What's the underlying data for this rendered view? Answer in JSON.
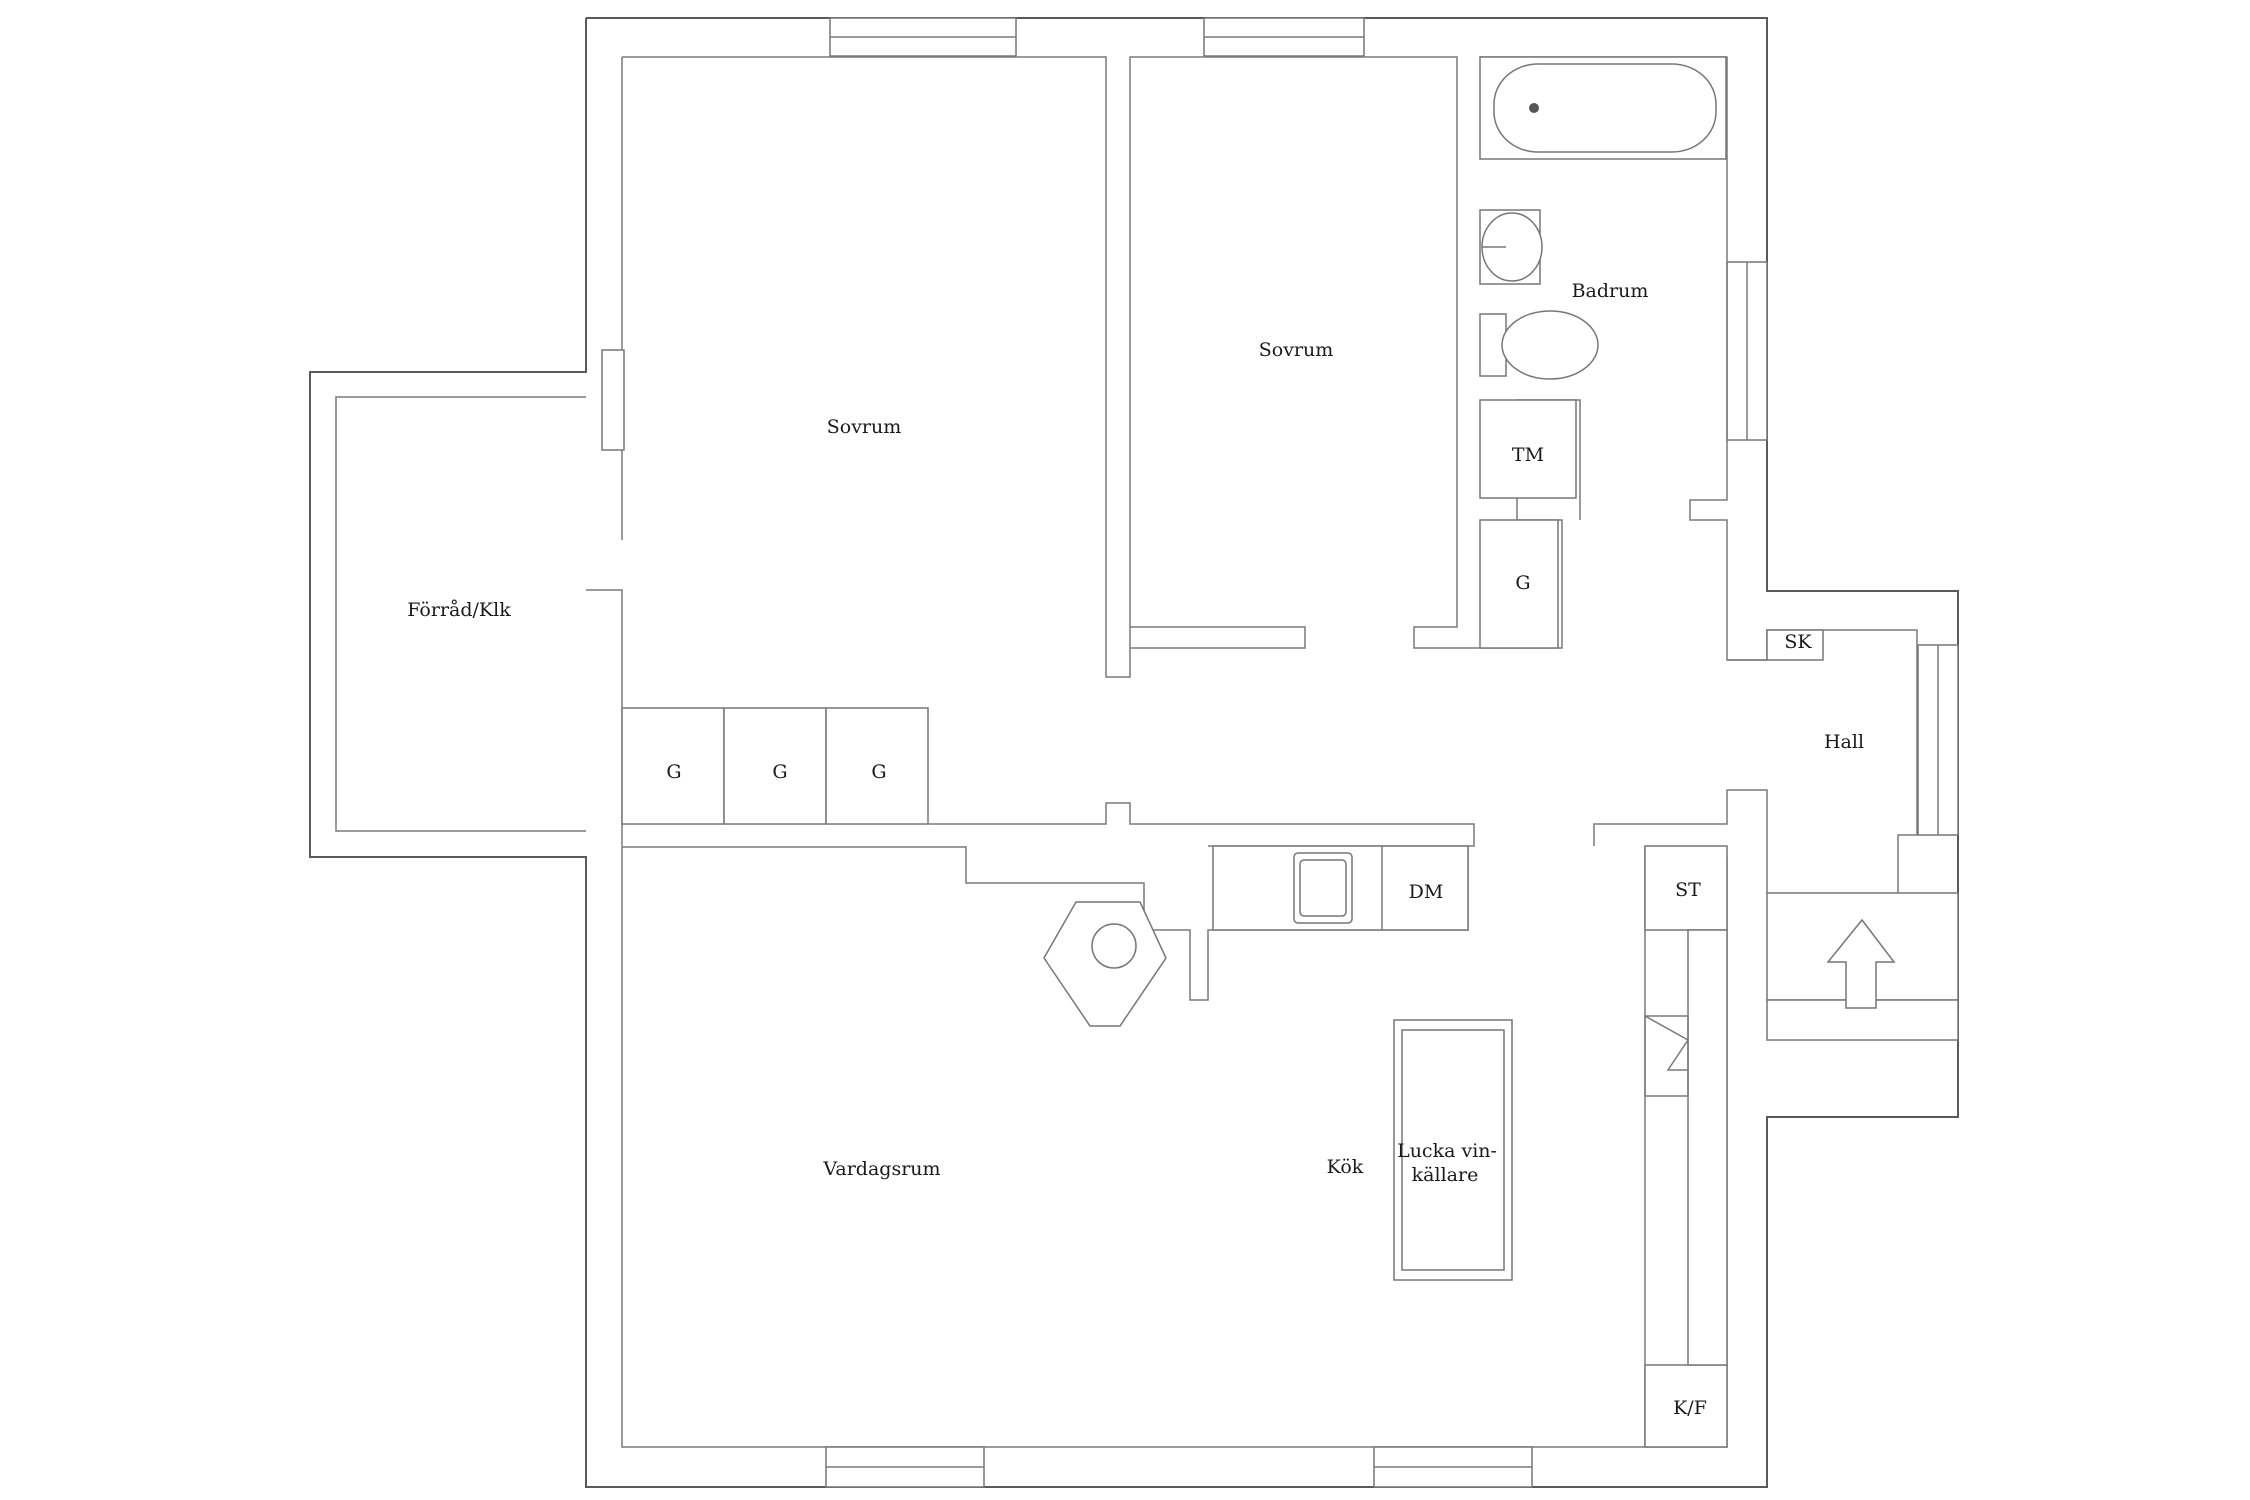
{
  "rooms": {
    "sovrum_1": "Sovrum",
    "sovrum_2": "Sovrum",
    "badrum": "Badrum",
    "forrad": "Förråd/Klk",
    "vardagsrum": "Vardagsrum",
    "kok": "Kök",
    "hall": "Hall"
  },
  "fixtures": {
    "tm": "TM",
    "g_bath": "G",
    "g1": "G",
    "g2": "G",
    "g3": "G",
    "sk": "SK",
    "dm": "DM",
    "st": "ST",
    "kf": "K/F",
    "lucka_line1": "Lucka vin-",
    "lucka_line2": "källare"
  },
  "icons": {
    "entrance": "arrow-up-icon",
    "bathtub": "bathtub-icon",
    "sink": "sink-icon",
    "toilet": "toilet-icon",
    "kitchen_sink": "kitchen-sink-icon",
    "fireplace": "fireplace-icon"
  }
}
